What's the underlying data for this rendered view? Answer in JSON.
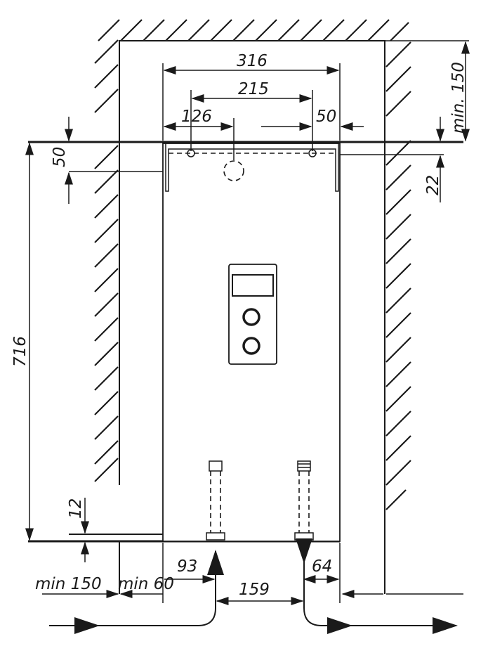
{
  "dimensions": {
    "width_316": "316",
    "width_215": "215",
    "offset_126": "126",
    "offset_50_top": "50",
    "min_150_top": "min. 150",
    "height_50_left": "50",
    "height_22_right": "22",
    "height_716": "716",
    "height_12": "12",
    "min_150_left": "min 150",
    "min_60": "min 60",
    "offset_93": "93",
    "pipes_159": "159",
    "offset_64": "64"
  }
}
